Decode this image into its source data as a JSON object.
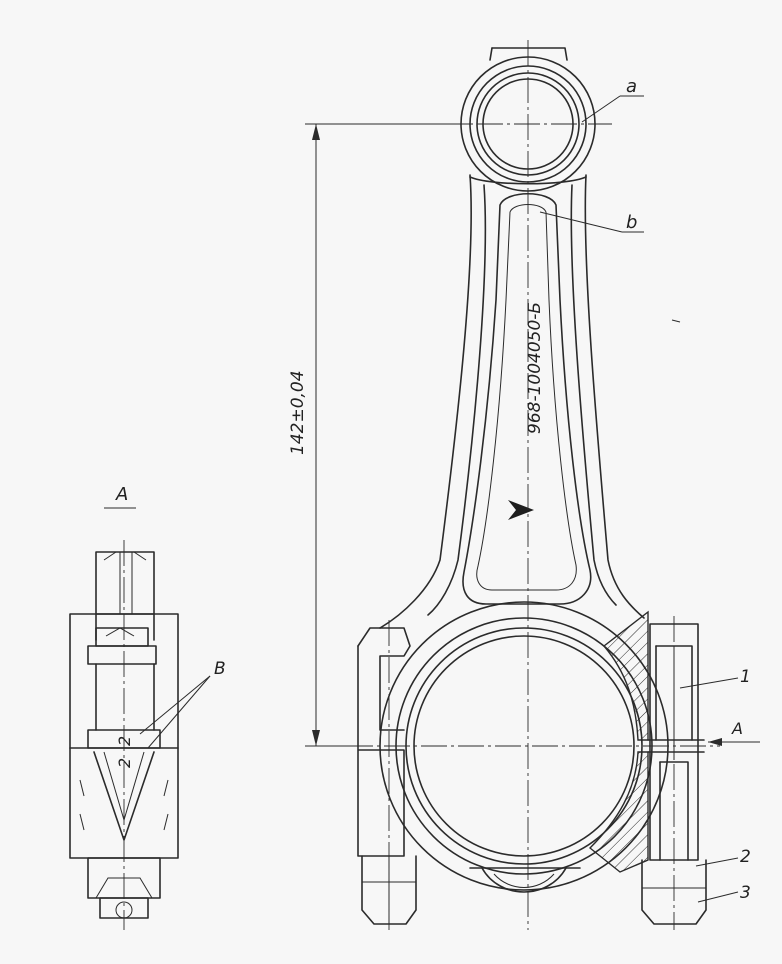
{
  "labels": {
    "a": "a",
    "b": "b",
    "part_number": "968-1004050-Б",
    "dimension": "142±0,04",
    "section_A_title": "А",
    "section_arrow": "А",
    "callout_B": "В",
    "marking_top": "2",
    "marking_bottom": "2",
    "callout_1": "1",
    "callout_2": "2",
    "callout_3": "3"
  }
}
